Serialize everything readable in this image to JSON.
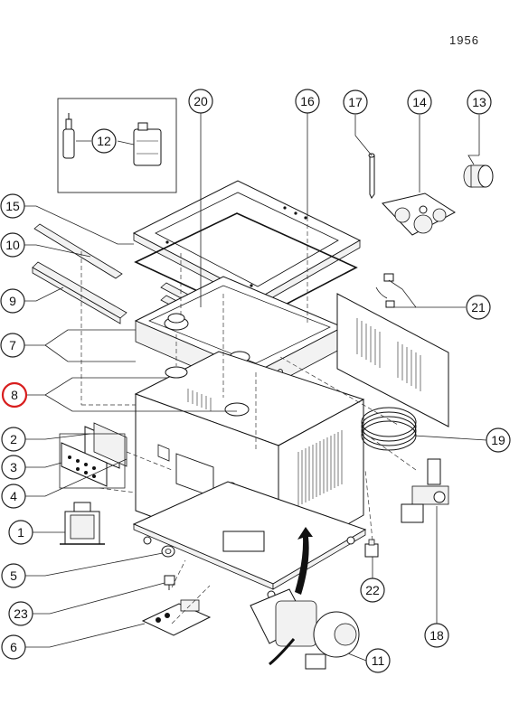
{
  "drawing": {
    "code": "1956",
    "highlight_color": "#d81e1e"
  },
  "callouts": [
    "20",
    "16",
    "17",
    "14",
    "13",
    "12",
    "15",
    "10",
    "9",
    "7",
    "8",
    "21",
    "19",
    "2",
    "3",
    "4",
    "1",
    "5",
    "23",
    "6",
    "22",
    "18",
    "11"
  ]
}
